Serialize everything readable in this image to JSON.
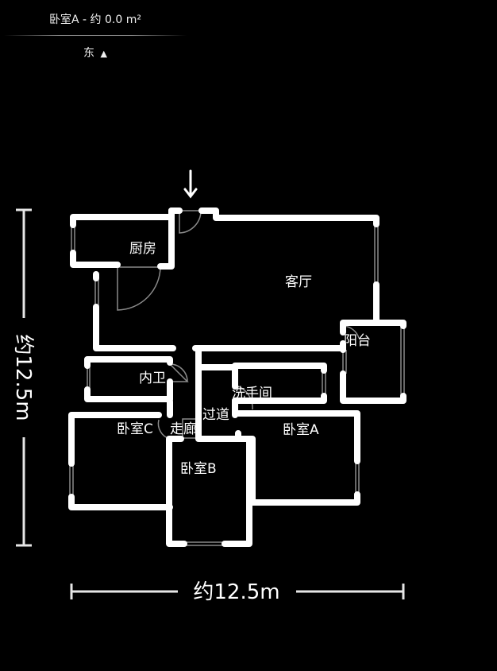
{
  "header": {
    "title": "卧室A - 约 0.0 m²",
    "compass_label": "东",
    "compass_icon": "triangle-up-icon"
  },
  "floorplan": {
    "entrance_icon": "arrow-down-icon",
    "rooms": [
      {
        "id": "kitchen",
        "label": "厨房"
      },
      {
        "id": "living-room",
        "label": "客厅"
      },
      {
        "id": "balcony",
        "label": "阳台"
      },
      {
        "id": "inner-bath",
        "label": "内卫"
      },
      {
        "id": "washroom",
        "label": "洗手间"
      },
      {
        "id": "passage",
        "label": "过道"
      },
      {
        "id": "corridor",
        "label": "走廊"
      },
      {
        "id": "bedroom-c",
        "label": "卧室C"
      },
      {
        "id": "bedroom-a",
        "label": "卧室A"
      },
      {
        "id": "bedroom-b",
        "label": "卧室B"
      }
    ],
    "dimensions": {
      "width": "约12.5m",
      "height": "约12.5m"
    }
  },
  "colors": {
    "background": "#000000",
    "wall": "#ffffff",
    "door_window": "#8a8a8a",
    "dimension_line": "#e6e6e6"
  }
}
